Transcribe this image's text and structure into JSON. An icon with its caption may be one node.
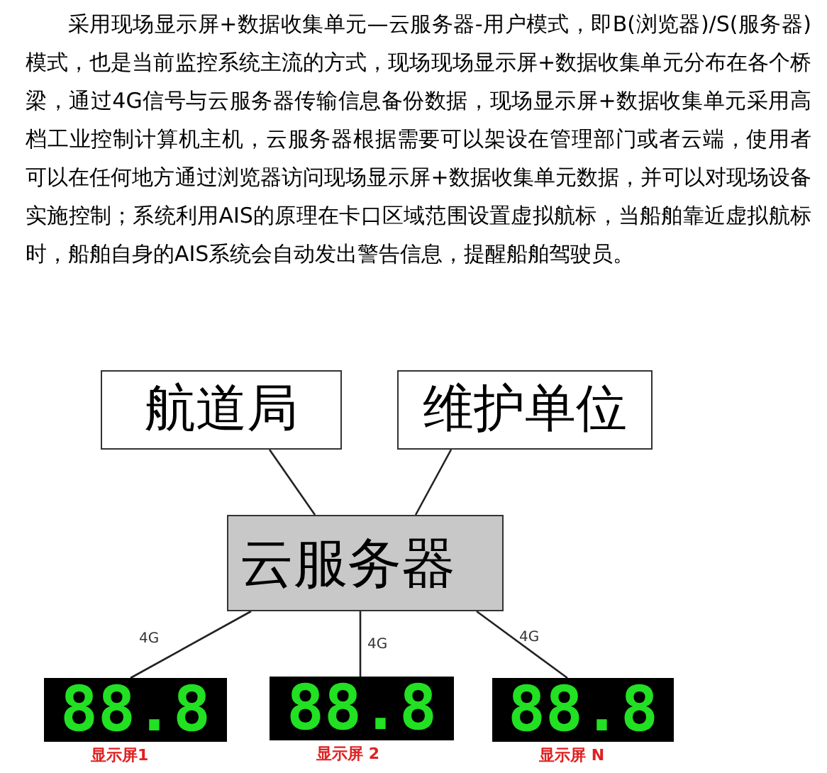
{
  "diagram": {
    "nodes": [
      {
        "text": [
          "航道局"
        ]
      },
      {
        "text": [
          "维护单位"
        ]
      },
      {
        "text": [
          "云服务器"
        ]
      },
      {
        "text": [
          "88.8"
        ],
        "beside": [
          "显示屏1"
        ]
      },
      {
        "text": [
          "88.8"
        ],
        "beside": [
          "显示屏 2"
        ]
      },
      {
        "text": [
          "88.8"
        ],
        "beside": [
          "显示屏 N"
        ]
      }
    ],
    "edges": [
      {
        "from": 0,
        "to": 2,
        "arrow": "none"
      },
      {
        "from": 1,
        "to": 2,
        "arrow": "none"
      },
      {
        "from": 2,
        "to": 3,
        "arrow": "none",
        "label": "4G"
      },
      {
        "from": 2,
        "to": 4,
        "arrow": "none",
        "label": "4G"
      },
      {
        "from": 2,
        "to": 5,
        "arrow": "none",
        "label": "4G"
      }
    ],
    "labels": [
      "采用现场显示屏+数据收集单元—云服务器-用户模式，即B(浏览器)/S(服务器)模式，也是当前监控系统主流的方式，现场现场显示屏+数据收集单元分布在各个桥梁，通过4G信号与云服务器传输信息备份数据，现场显示屏+数据收集单元采用高档工业控制计算机主机，云服务器根据需要可以架设在管理部门或者云端，使用者可以在任何地方通过浏览器访问现场显示屏+数据收集单元数据，并可以对现场设备实施控制；系统利用AIS的原理在卡口区域范围设置虚拟航标，当船舶靠近虚拟航标时，船舶自身的AIS系统会自动发出警告信息，提醒船舶驾驶员。"
    ]
  }
}
